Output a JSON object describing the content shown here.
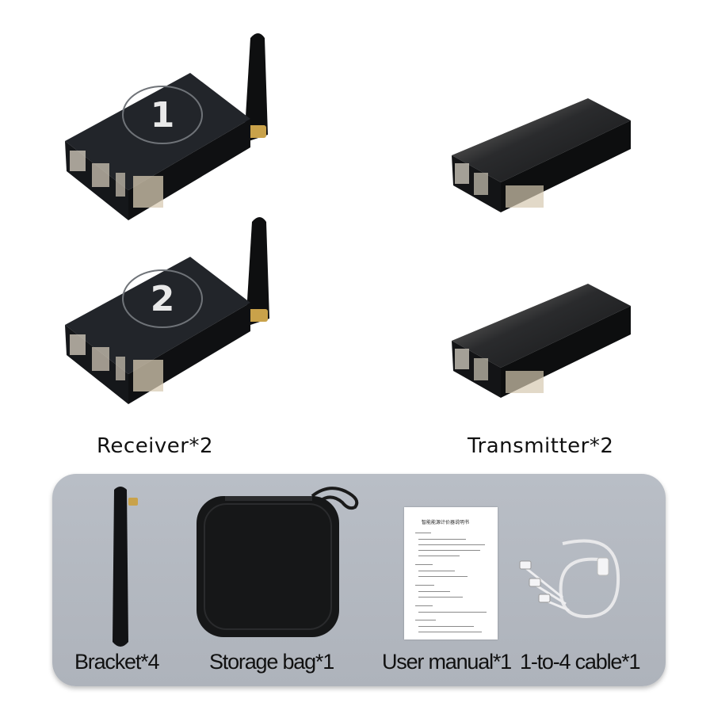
{
  "products": {
    "receiver_1_number": "1",
    "receiver_2_number": "2",
    "receiver_caption": "Receiver*2",
    "transmitter_caption": "Transmitter*2"
  },
  "accessories": {
    "bracket_label": "Bracket*4",
    "storage_bag_label": "Storage bag*1",
    "user_manual_label": "User manual*1",
    "cable_label": "1-to-4 cable*1",
    "manual_title": "智能能源计价器说明书"
  },
  "colors": {
    "device_body": "#1b1d20",
    "panel_background": "#b3b8c0",
    "antenna_connector": "#c9a24a"
  }
}
